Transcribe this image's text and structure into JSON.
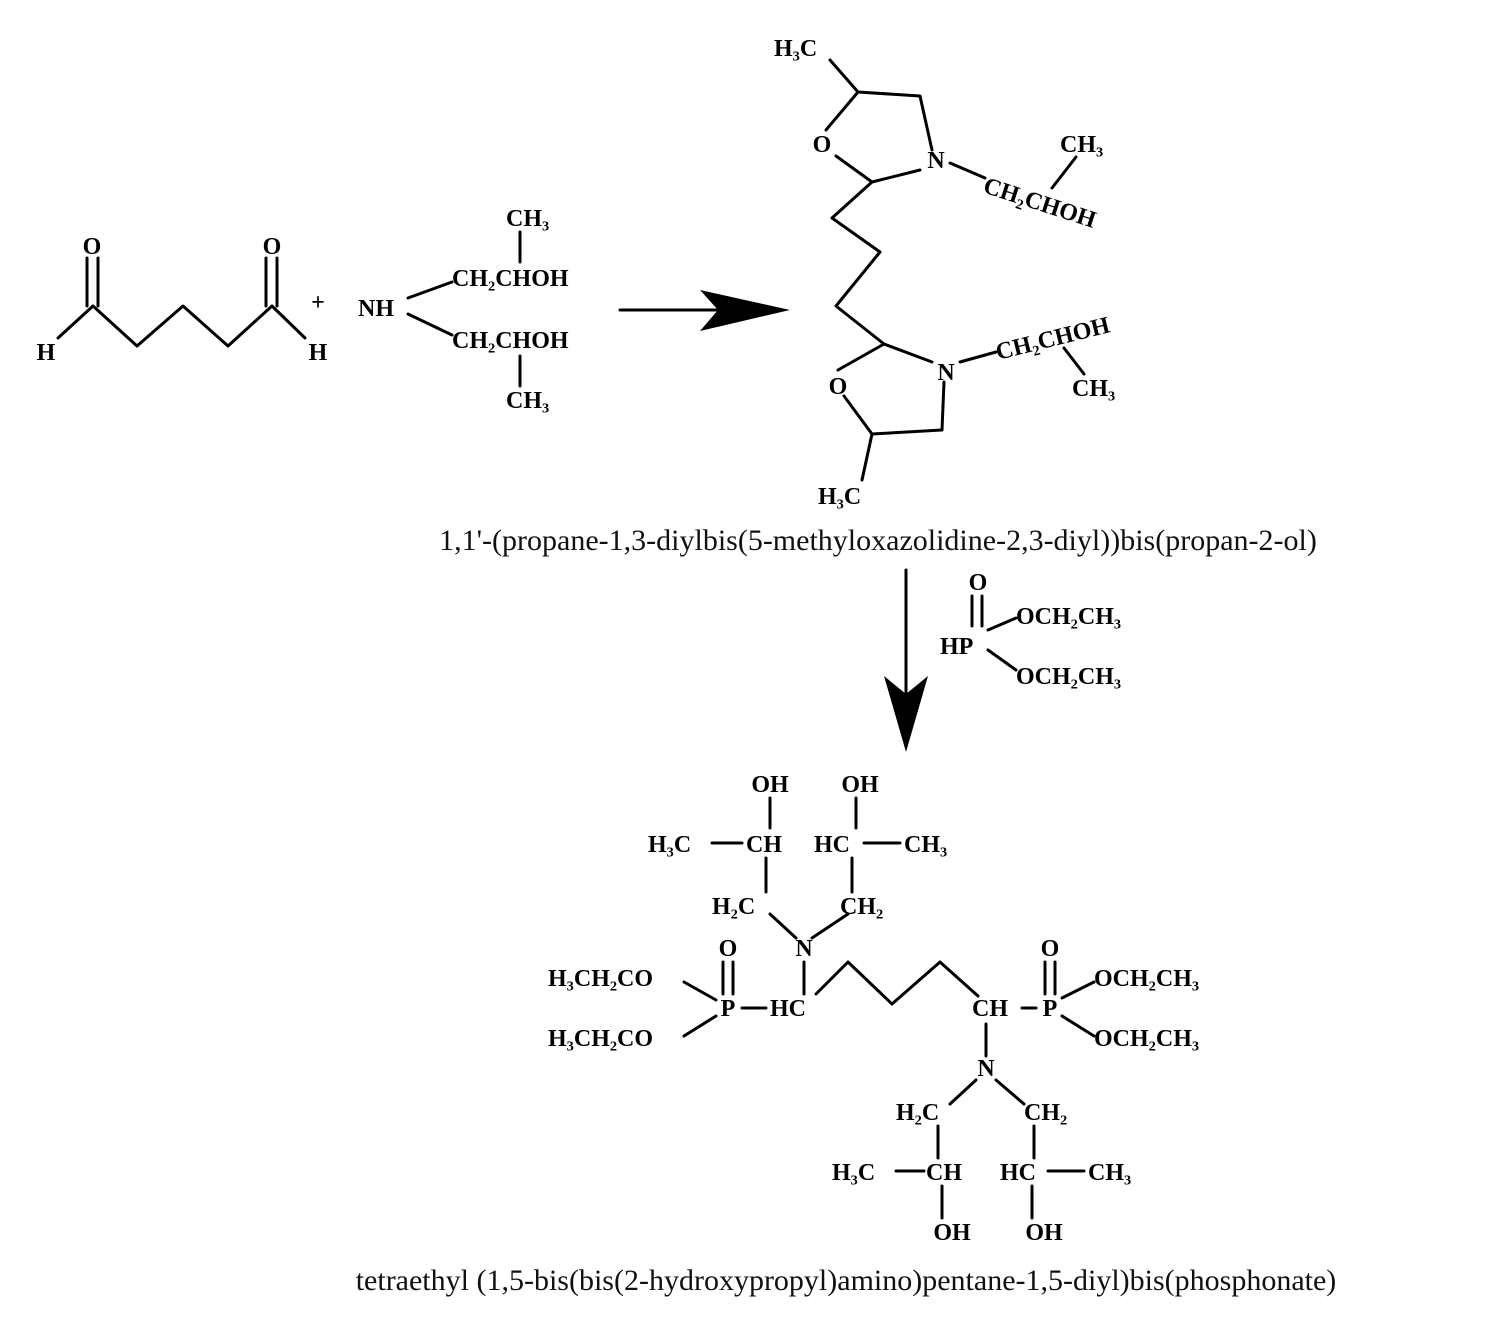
{
  "reactant1": {
    "o_left": "O",
    "o_right": "O",
    "h_left": "H",
    "h_right": "H"
  },
  "plus": "+",
  "reactant2": {
    "nh": "NH",
    "arm_top": "CH₂CHOH",
    "arm_bottom": "CH₂CHOH",
    "me_top": "CH₃",
    "me_bottom": "CH₃"
  },
  "intermediate": {
    "me_top": "H₃C",
    "o_top": "O",
    "n_top": "N",
    "me_side_top": "CH₃",
    "arm_top": "CH₂CHOH",
    "o_bottom": "O",
    "n_bottom": "N",
    "arm_bottom": "CH₂CHOH",
    "me_side_bottom": "CH₃",
    "me_bottom": "H₃C",
    "name": "1,1'-(propane-1,3-diylbis(5-methyloxazolidine-2,3-diyl))bis(propan-2-ol)"
  },
  "reagent": {
    "o": "O",
    "hp": "HP",
    "oet_top": "OCH₂CH₃",
    "oet_bottom": "OCH₂CH₃"
  },
  "product": {
    "oh_1": "OH",
    "oh_2": "OH",
    "h3c_1": "H₃C",
    "ch_1": "CH",
    "hc_2": "HC",
    "ch3_2": "CH₃",
    "h2c_1": "H₂C",
    "ch2_2": "CH₂",
    "n_top": "N",
    "po_left": "O",
    "oet_left_top": "H₃CH₂CO",
    "oet_left_bottom": "H₃CH₂CO",
    "p_left": "P",
    "hc_left": "HC",
    "ch_right": "CH",
    "p_right": "P",
    "po_right": "O",
    "oet_right_top": "OCH₂CH₃",
    "oet_right_bottom": "OCH₂CH₃",
    "n_bottom": "N",
    "h2c_3": "H₂C",
    "ch2_4": "CH₂",
    "h3c_3": "H₃C",
    "ch_3": "CH",
    "hc_4": "HC",
    "ch3_4": "CH₃",
    "oh_3": "OH",
    "oh_4": "OH",
    "name": "tetraethyl (1,5-bis(bis(2-hydroxypropyl)amino)pentane-1,5-diyl)bis(phosphonate)"
  }
}
